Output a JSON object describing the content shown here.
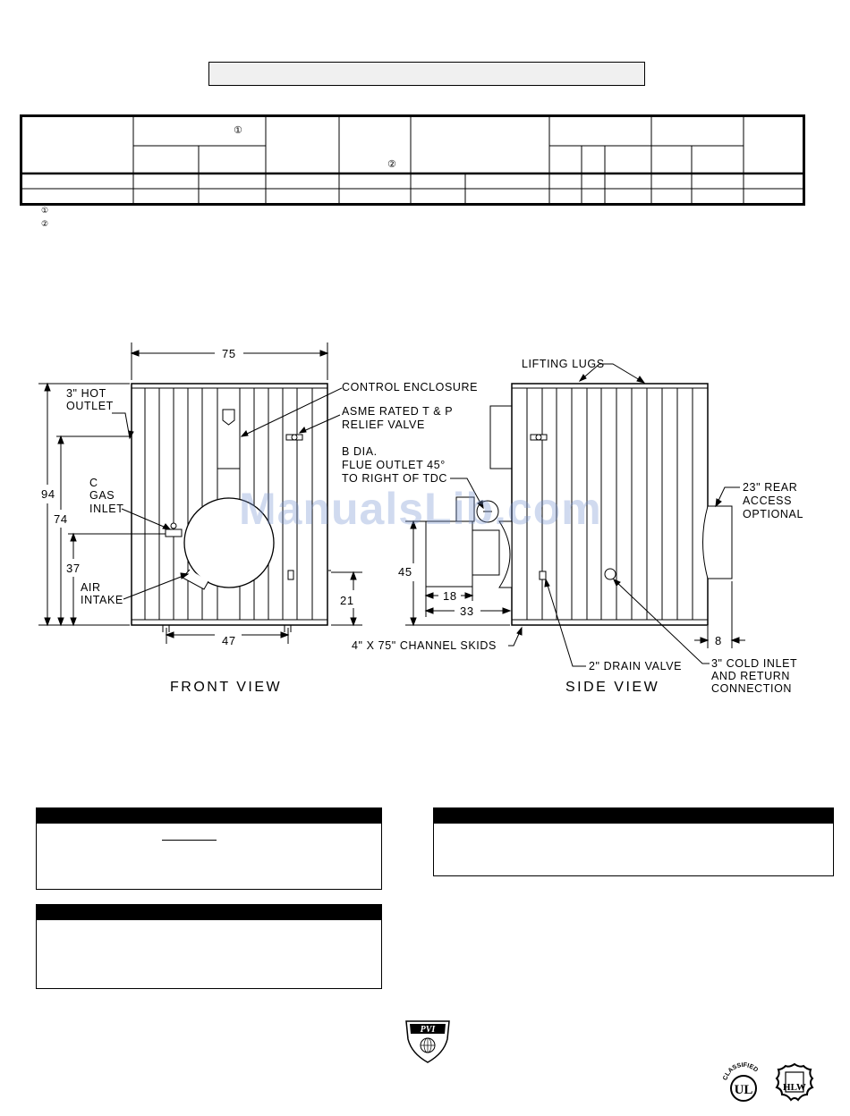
{
  "table": {
    "footnote_mark_1": "①",
    "footnote_mark_2": "②",
    "footnote_1": "①",
    "footnote_2": "②"
  },
  "drawing": {
    "front": {
      "width_dim": "75",
      "height_94": "94",
      "height_74": "74",
      "height_37": "37",
      "height_21": "21",
      "skid_width": "47",
      "hot_outlet": [
        "3\" HOT",
        "OUTLET"
      ],
      "gas_inlet": [
        "C",
        "GAS",
        "INLET"
      ],
      "air_intake": [
        "AIR",
        "INTAKE"
      ],
      "control_enclosure": "CONTROL ENCLOSURE",
      "relief_valve": [
        "ASME RATED T & P",
        "RELIEF VALVE"
      ],
      "flue_outlet": [
        "B DIA.",
        "FLUE OUTLET 45°",
        "TO RIGHT OF TDC"
      ],
      "channel_skids": "4\" X 75\" CHANNEL SKIDS",
      "label": "FRONT VIEW"
    },
    "side": {
      "lifting_lugs": "LIFTING LUGS",
      "rear_access": [
        "23\" REAR",
        "ACCESS",
        "OPTIONAL"
      ],
      "height_45": "45",
      "dim_18": "18",
      "dim_33": "33",
      "dim_8": "8",
      "drain_valve": "2\" DRAIN VALVE",
      "cold_inlet": [
        "3\" COLD INLET",
        "AND RETURN",
        "CONNECTION"
      ],
      "label": "SIDE VIEW"
    }
  },
  "watermark": "ManualsLib.com",
  "logos": {
    "pvi": "PVI",
    "ul_top": "CLASSIFIED",
    "ul": "UL",
    "hlw": "HLW"
  },
  "colors": {
    "ink": "#000000",
    "watermark": "#7896d2",
    "title_fill": "#f0f0f0"
  }
}
